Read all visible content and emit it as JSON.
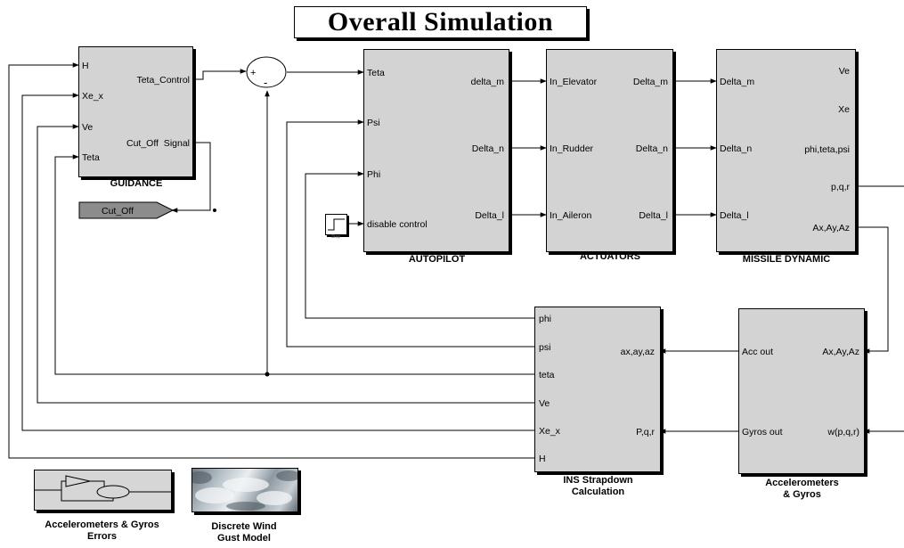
{
  "title": "Overall Simulation",
  "blocks": {
    "guidance": {
      "name": "GUIDANCE",
      "inputs": [
        "H",
        "Xe_x",
        "Ve",
        "Teta"
      ],
      "outputs": [
        "Teta_Control",
        "Cut_Off  Signal"
      ]
    },
    "autopilot": {
      "name": "AUTOPILOT",
      "inputs": [
        "Teta",
        "Psi",
        "Phi",
        "disable control"
      ],
      "outputs": [
        "delta_m",
        "Delta_n",
        "Delta_l"
      ]
    },
    "actuators": {
      "name": "ACTUATORS",
      "inputs": [
        "In_Elevator",
        "In_Rudder",
        "In_Aileron"
      ],
      "outputs": [
        "Delta_m",
        "Delta_n",
        "Delta_l"
      ]
    },
    "missile": {
      "name": "MISSILE DYNAMIC",
      "inputs": [
        "Delta_m",
        "Delta_n",
        "Delta_l"
      ],
      "outputs": [
        "Ve",
        "Xe",
        "phi,teta,psi",
        "p,q,r",
        "Ax,Ay,Az"
      ]
    },
    "ins": {
      "name_line1": "INS Strapdown",
      "name_line2": "Calculation",
      "inputs": [
        "ax,ay,az",
        "P,q,r"
      ],
      "outputs": [
        "phi",
        "psi",
        "teta",
        "Ve",
        "Xe_x",
        "H"
      ]
    },
    "accel": {
      "name_line1": "Accelerometers",
      "name_line2": "& Gyros",
      "inputs": [
        "Ax,Ay,Az",
        "w(p,q,r)"
      ],
      "outputs": [
        "Acc out",
        "Gyros out"
      ]
    }
  },
  "cutoff_tag": "Cut_Off",
  "step_label": "Step",
  "errors_block": {
    "line1": "Accelerometers & Gyros",
    "line2": "Errors"
  },
  "wind_block": {
    "line1": "Discrete Wind",
    "line2": "Gust Model"
  }
}
